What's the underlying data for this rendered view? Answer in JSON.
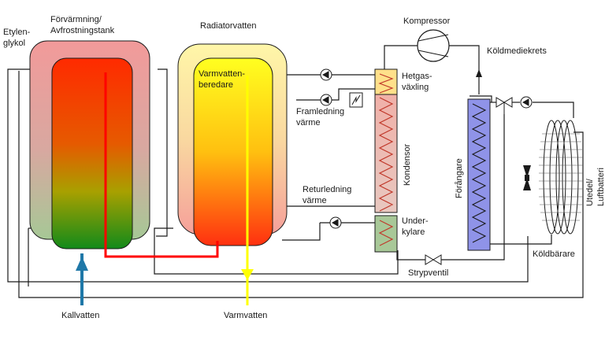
{
  "labels": {
    "etylen_line1": "Etylen-",
    "etylen_line2": "glykol",
    "tank1_line1": "Förvärmning/",
    "tank1_line2": "Avfrostningstank",
    "radiatorvatten": "Radiatorvatten",
    "varmvatten_line1": "Varmvatten-",
    "varmvatten_line2": "beredare",
    "kompressor": "Kompressor",
    "koldmediekrets": "Köldmediekrets",
    "hetgas_line1": "Hetgas-",
    "hetgas_line2": "växling",
    "framledning_line1": "Framledning",
    "framledning_line2": "värme",
    "kondensor": "Kondensor",
    "forangare": "Förångare",
    "utedel_line1": "Utedel/",
    "utedel_line2": "Luftbatteri",
    "returledning_line1": "Returledning",
    "returledning_line2": "värme",
    "under_line1": "Under-",
    "under_line2": "kylare",
    "strypventil": "Strypventil",
    "koldbarare": "Köldbärare",
    "kallvatten": "Kallvatten",
    "varmvatten_out": "Varmvatten"
  },
  "colors": {
    "tank1_outer_top": "#f29a9a",
    "tank1_outer_bottom": "#a6c896",
    "tank1_inner_top": "#ff2a00",
    "tank1_inner_mid": "#cfa000",
    "tank1_inner_bottom": "#1e8a1e",
    "tank2_outer_top": "#fff6a8",
    "tank2_outer_bottom": "#f5a09a",
    "tank2_inner_top": "#ffff20",
    "tank2_inner_bottom": "#ff3010",
    "hot_pipe": "#ff0000",
    "cold_pipe": "#1f78a8",
    "hot_water_pipe": "#ffff00",
    "condenser_fill": "#e9b8b0",
    "hetgas_fill": "#ffe08a",
    "subcooler_fill": "#a8c898",
    "evaporator_fill": "#8f93e8",
    "line": "#1a1a1a"
  },
  "icons": [
    "compressor-icon",
    "pump-icon",
    "expansion-valve-icon",
    "fan-icon",
    "air-coil-icon",
    "heat-exchanger-icon"
  ]
}
